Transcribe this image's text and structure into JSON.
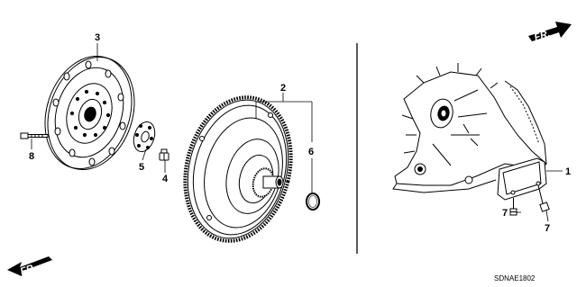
{
  "callouts": {
    "p1": "1",
    "p2": "2",
    "p3": "3",
    "p4": "4",
    "p5": "5",
    "p6": "6",
    "p7a": "7",
    "p7b": "7",
    "p8": "8"
  },
  "direction_marker": "FR.",
  "diagram_code": "SDNAE1802"
}
